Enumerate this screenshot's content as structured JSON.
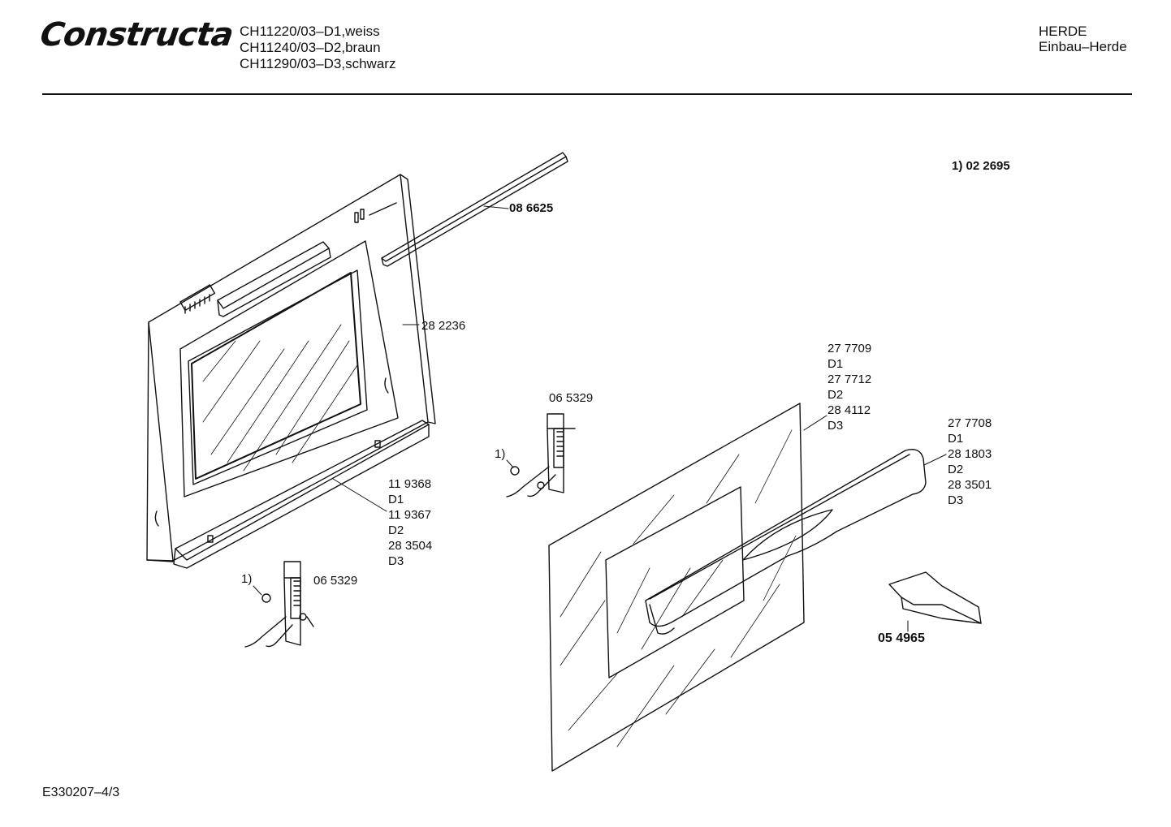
{
  "header": {
    "brand": "Constructa",
    "models": [
      "CH11220/03–D1,weiss",
      "CH11240/03–D2,braun",
      "CH11290/03–D3,schwarz"
    ],
    "category_line1": "HERDE",
    "category_line2": "Einbau–Herde"
  },
  "note": "1) 02 2695",
  "labels": {
    "strip": "08 6625",
    "door_frame": "28 2236",
    "bottom_rail": [
      "11 9368",
      "D1",
      "11 9367",
      "D2",
      "28 3504",
      "D3"
    ],
    "hinge_left_ref": "1)",
    "hinge_left": "06 5329",
    "hinge_center_ref": "1)",
    "hinge_center": "06 5329",
    "glass_panel": [
      "27 7709",
      "D1",
      "27 7712",
      "D2",
      "28 4112",
      "D3"
    ],
    "handle": [
      "27 7708",
      "D1",
      "28 1803",
      "D2",
      "28 3501",
      "D3"
    ],
    "clip": "05 4965"
  },
  "footer": {
    "code": "E330207–4/3"
  }
}
